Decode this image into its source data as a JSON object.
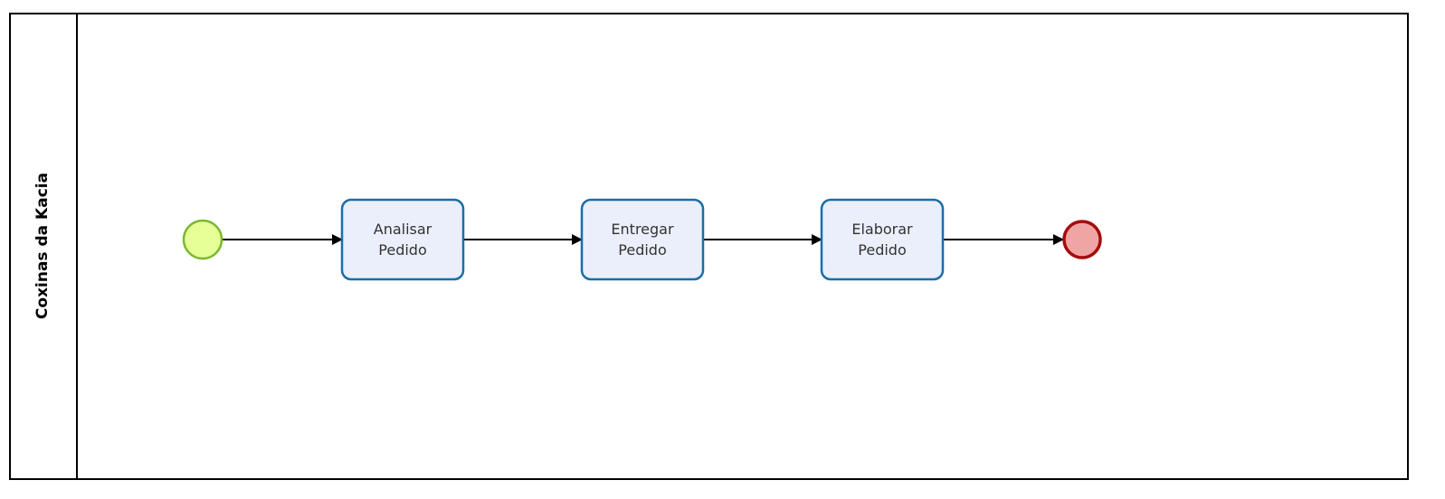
{
  "pool": {
    "label": "Coxinas da Kacia"
  },
  "events": {
    "start": {
      "fill": "#e6ff97",
      "stroke": "#7cb82f"
    },
    "end": {
      "fill": "#f0a5a5",
      "stroke": "#a50d0d"
    }
  },
  "tasks": [
    {
      "line1": "Analisar",
      "line2": "Pedido"
    },
    {
      "line1": "Entregar",
      "line2": "Pedido"
    },
    {
      "line1": "Elaborar",
      "line2": "Pedido"
    }
  ],
  "colors": {
    "task_fill": "#ebeffb",
    "task_stroke": "#1b6ea8",
    "flow": "#000000"
  }
}
